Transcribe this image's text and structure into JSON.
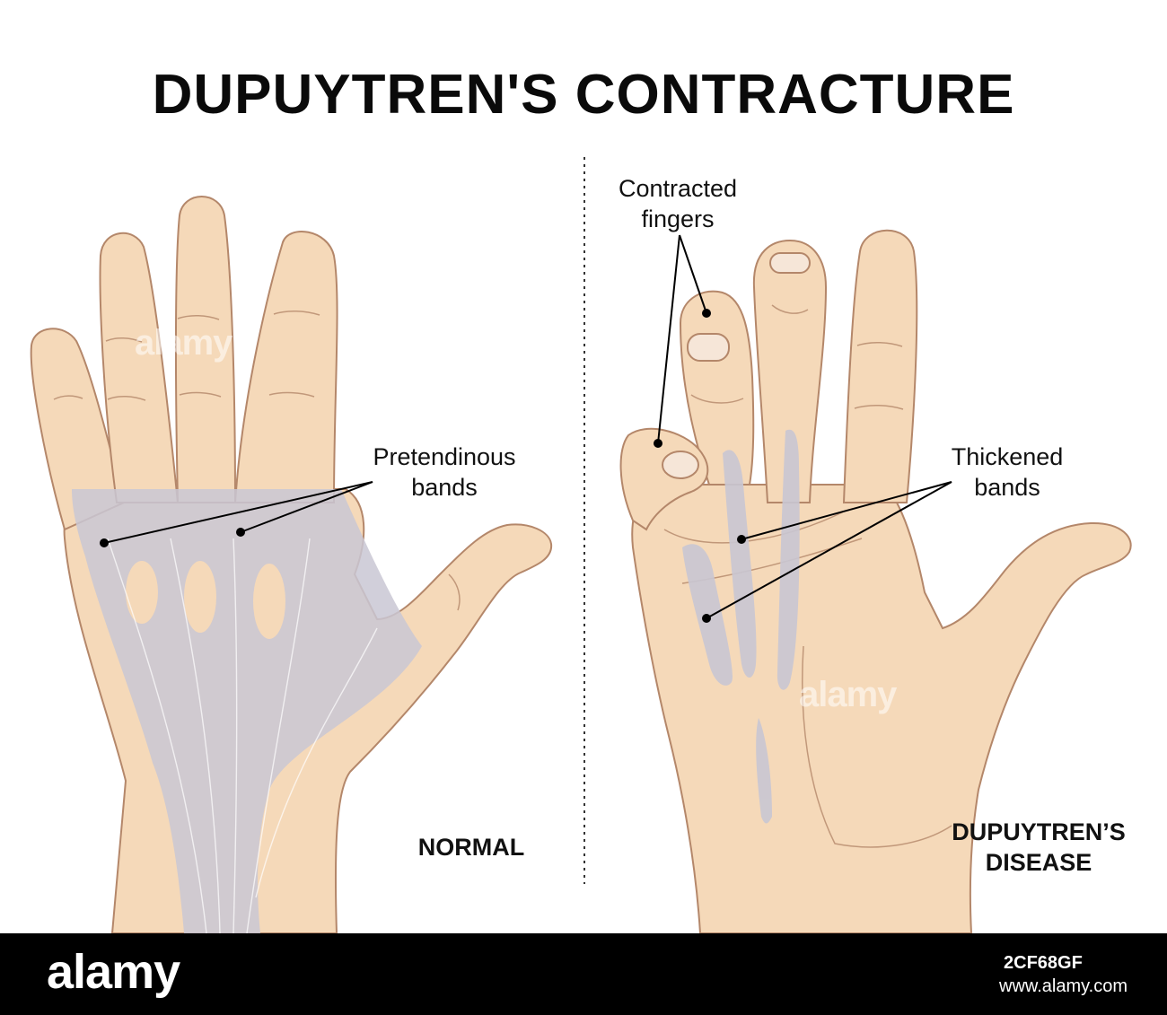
{
  "title": "DUPUYTREN'S CONTRACTURE",
  "labels": {
    "pretendinous_line1": "Pretendinous",
    "pretendinous_line2": "bands",
    "contracted_line1": "Contracted",
    "contracted_line2": "fingers",
    "thickened_line1": "Thickened",
    "thickened_line2": "bands"
  },
  "captions": {
    "normal": "NORMAL",
    "disease_line1": "DUPUYTREN’S",
    "disease_line2": "DISEASE"
  },
  "footer": {
    "brand": "alamy",
    "image_id": "2CF68GF",
    "site": "www.alamy.com"
  },
  "watermarks": [
    "alamy",
    "alamy"
  ],
  "colors": {
    "skin": "#f5d9b9",
    "skin_outline": "#b4876a",
    "band": "#c9c7d3",
    "background": "#ffffff",
    "footer": "#000000"
  }
}
